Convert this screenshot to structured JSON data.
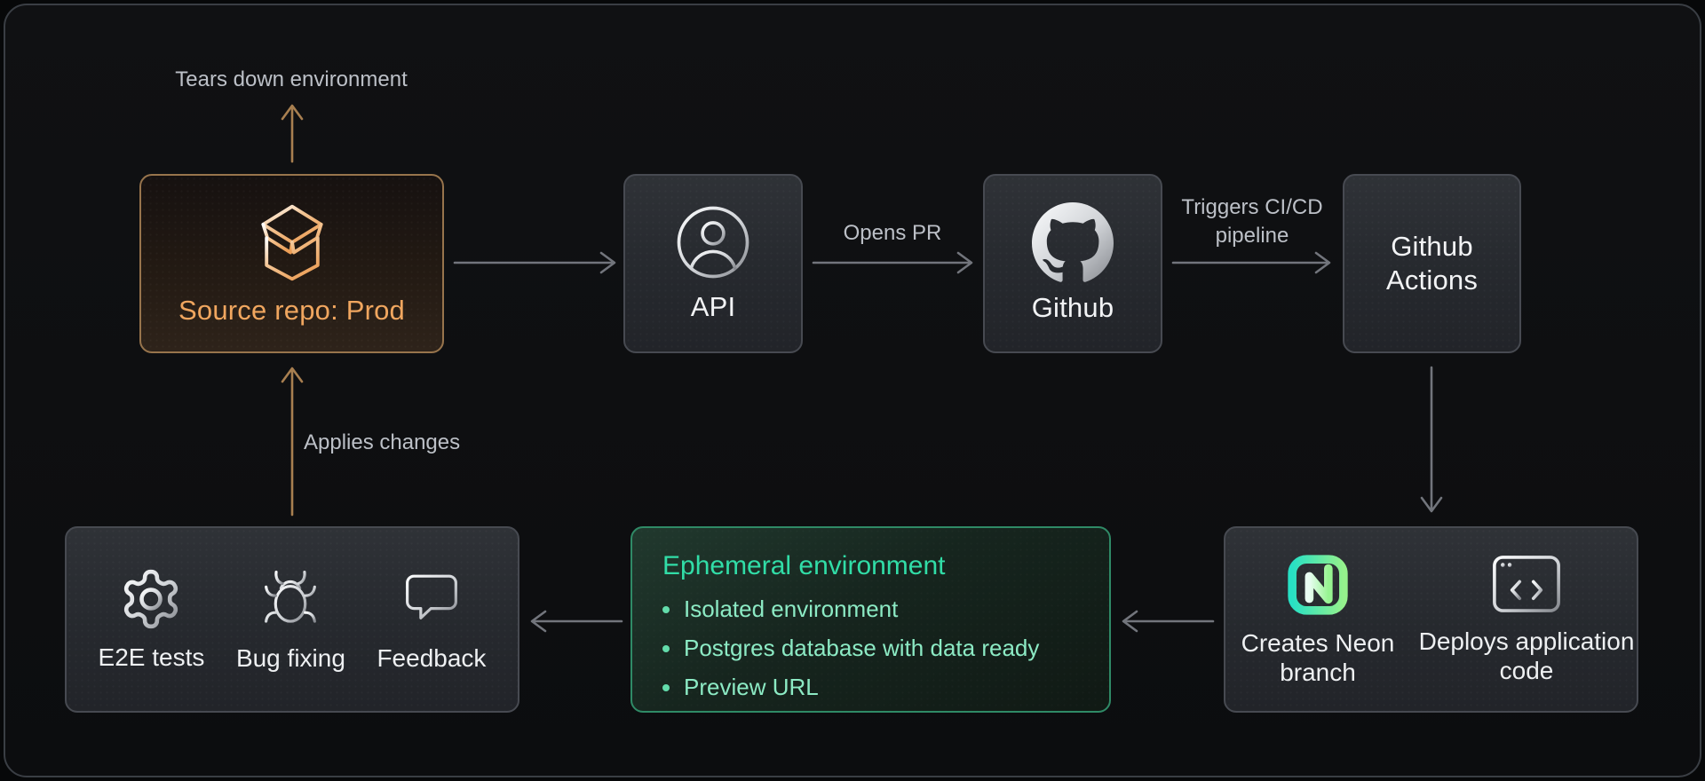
{
  "diagram": {
    "flow_labels": {
      "tears_down": "Tears down environment",
      "applies_changes": "Applies changes",
      "opens_pr": "Opens PR",
      "triggers_cicd": "Triggers CI/CD pipeline"
    },
    "nodes": {
      "source_repo": {
        "label": "Source repo: Prod",
        "icon": "package-open-icon"
      },
      "api": {
        "label": "API",
        "icon": "user-icon"
      },
      "github": {
        "label": "Github",
        "icon": "github-icon"
      },
      "github_actions": {
        "label": "Github Actions"
      },
      "neon_deploy": {
        "items": [
          {
            "label": "Creates Neon branch",
            "icon": "neon-logo-icon"
          },
          {
            "label": "Deploys application code",
            "icon": "browser-code-icon"
          }
        ]
      },
      "ephemeral_environment": {
        "title": "Ephemeral environment",
        "bullets": [
          "Isolated environment",
          "Postgres database with data ready",
          "Preview URL"
        ]
      },
      "qa_loop": {
        "items": [
          {
            "label": "E2E tests",
            "icon": "gear-icon"
          },
          {
            "label": "Bug fixing",
            "icon": "bug-icon"
          },
          {
            "label": "Feedback",
            "icon": "speech-bubble-icon"
          }
        ]
      }
    },
    "colors": {
      "canvas_background": "#0e0f11",
      "box_border": "#474a51",
      "amber_border": "#97744c",
      "amber_text": "#f0a65f",
      "green_border": "#2f8a66",
      "green_title": "#31dda7",
      "green_text": "#8ceac4",
      "arrow_gray": "#72757c",
      "arrow_amber": "#a87f50",
      "label_gray": "#bcc0c7",
      "neon_gradient_start": "#27e0c4",
      "neon_gradient_end": "#95f18c"
    }
  }
}
